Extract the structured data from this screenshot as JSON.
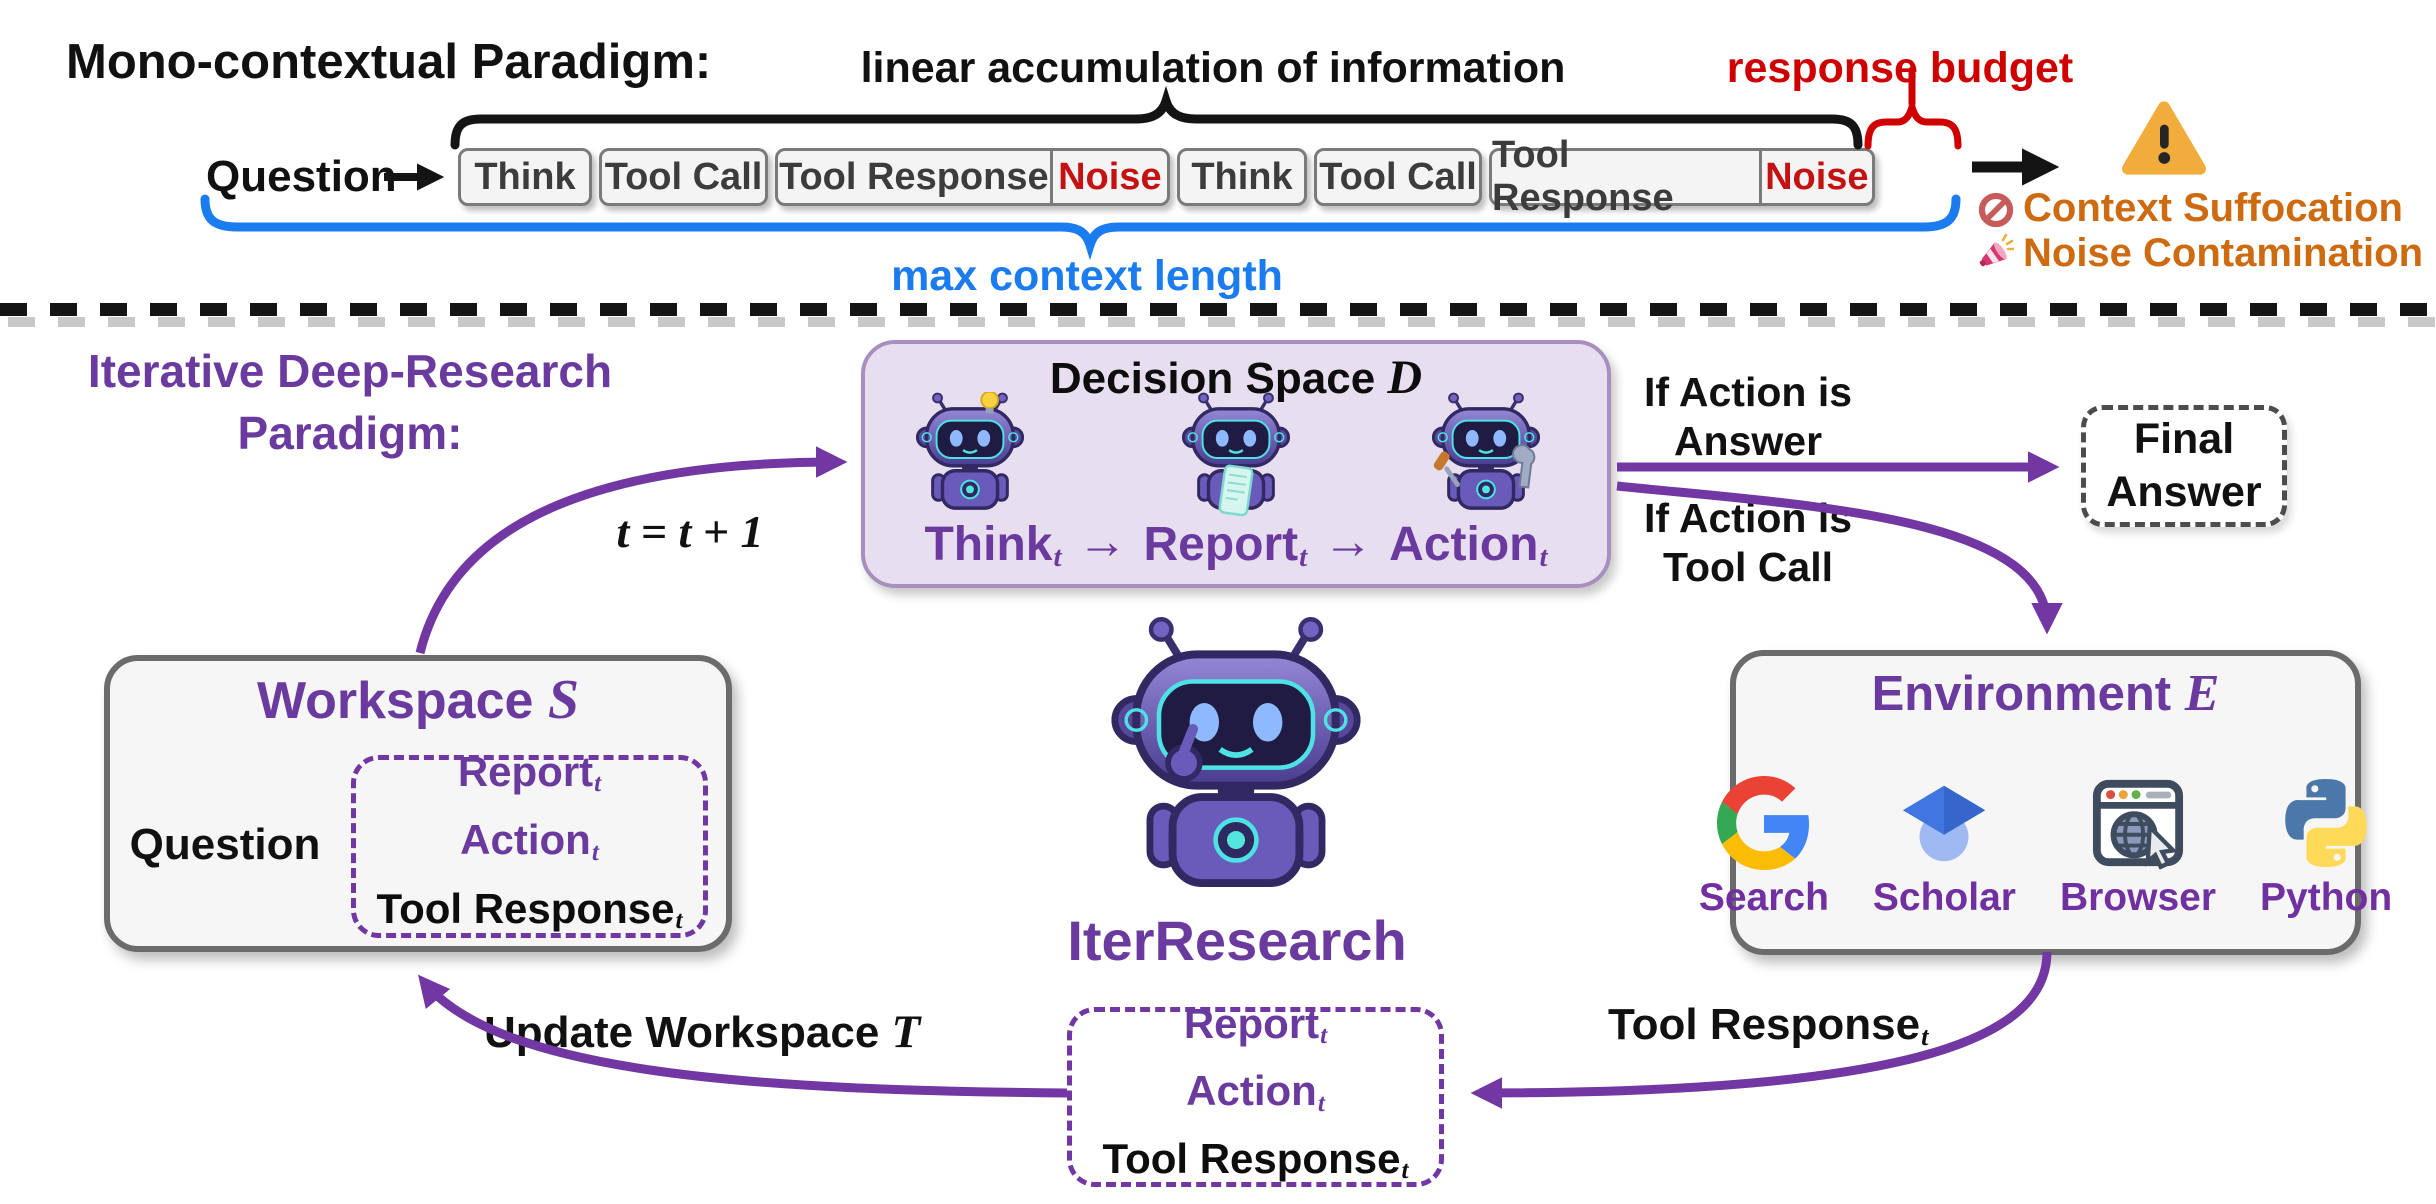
{
  "colors": {
    "accent_purple": "#6B3A9E",
    "arrow_purple": "#7237A3",
    "max_context_blue": "#1B7CF0",
    "budget_red": "#CE0000",
    "noise_red": "#C41212",
    "warning_orange": "#CE6A10",
    "decision_fill": "#E7DEF0",
    "box_gray_border": "#6B6B6B"
  },
  "top": {
    "title": "Mono-contextual Paradigm:",
    "linear_label": "linear accumulation of information",
    "budget_label": "response budget",
    "question_label": "Question",
    "sequence": [
      "Think",
      "Tool Call",
      "Tool Response",
      "Noise",
      "Think",
      "Tool Call",
      "Tool Response",
      "Noise"
    ],
    "max_context_label": "max context length",
    "outcome": [
      {
        "icon": "no-entry-icon",
        "text": "Context Suffocation"
      },
      {
        "icon": "megaphone-icon",
        "text": "Noise Contamination"
      }
    ]
  },
  "bottom": {
    "paradigm_line1": "Iterative Deep-Research",
    "paradigm_line2": "Paradigm:",
    "decision": {
      "title": "Decision Space",
      "symbol": "D",
      "arrow": "→",
      "flow": [
        {
          "text": "Think",
          "sub": "t"
        },
        {
          "text": "Report",
          "sub": "t"
        },
        {
          "text": "Action",
          "sub": "t"
        }
      ]
    },
    "iteration_label": "t = t + 1",
    "branch_answer": {
      "line1": "If Action is",
      "line2": "Answer"
    },
    "branch_tool": {
      "line1": "If Action is",
      "line2": "Tool Call"
    },
    "final_answer": {
      "line1": "Final",
      "line2": "Answer"
    },
    "workspace": {
      "title": "Workspace",
      "symbol": "S",
      "question_label": "Question",
      "state": [
        {
          "text": "Report",
          "sub": "t"
        },
        {
          "text": "Action",
          "sub": "t"
        },
        {
          "text": "Tool Response",
          "sub": "t"
        }
      ]
    },
    "agent_label": "IterResearch",
    "environment": {
      "title": "Environment",
      "symbol": "E",
      "tools": [
        {
          "icon": "google-search-icon",
          "label": "Search"
        },
        {
          "icon": "google-scholar-icon",
          "label": "Scholar"
        },
        {
          "icon": "browser-icon",
          "label": "Browser"
        },
        {
          "icon": "python-icon",
          "label": "Python"
        }
      ]
    },
    "buffer": {
      "state": [
        {
          "text": "Report",
          "sub": "t"
        },
        {
          "text": "Action",
          "sub": "t"
        },
        {
          "text": "Tool Response",
          "sub": "t"
        }
      ]
    },
    "update_label": {
      "text": "Update Workspace",
      "symbol": "T"
    },
    "tool_response_label": {
      "text": "Tool Response",
      "sub": "t"
    }
  }
}
